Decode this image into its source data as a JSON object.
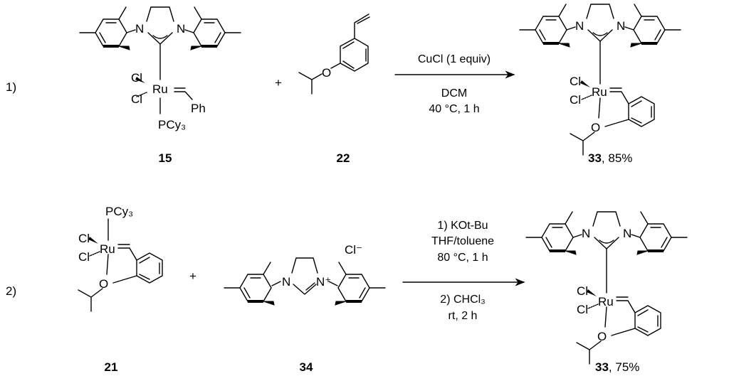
{
  "reactions": [
    {
      "number": "1)",
      "reactants": [
        {
          "id": "15"
        },
        {
          "id": "22"
        }
      ],
      "plus": "+",
      "conditions_above": [
        "CuCl (1 equiv)"
      ],
      "conditions_below": [
        "DCM",
        "40 °C, 1 h"
      ],
      "product": {
        "id": "33",
        "yield": ", 85%"
      }
    },
    {
      "number": "2)",
      "reactants": [
        {
          "id": "21"
        },
        {
          "id": "34"
        }
      ],
      "plus": "+",
      "conditions_above": [
        "1) KOt-Bu",
        "THF/toluene",
        "80 °C, 1 h"
      ],
      "conditions_below": [
        "2) CHCl₃",
        "rt, 2 h"
      ],
      "product": {
        "id": "33",
        "yield": ", 75%"
      }
    }
  ],
  "atoms": {
    "N": "N",
    "Ru": "Ru",
    "Cl": "Cl",
    "O": "O",
    "Ph": "Ph",
    "PCy3": "PCy₃",
    "Nplus": "N⁺",
    "Clminus": "Cl⁻"
  }
}
